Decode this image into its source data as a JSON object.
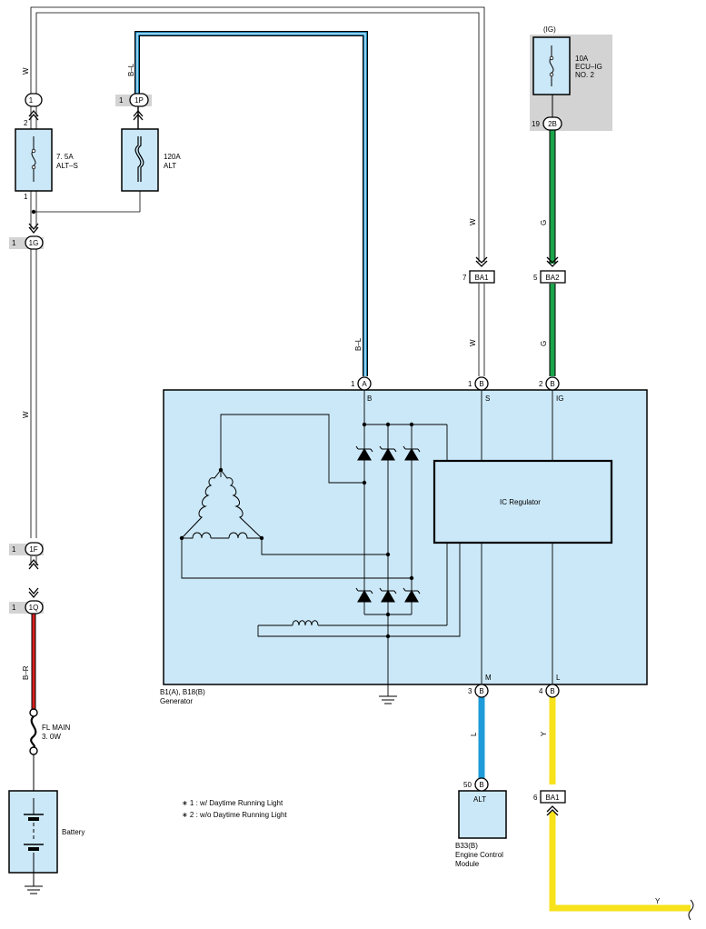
{
  "wires": {
    "w_left_top": "W",
    "bl_top": "B–L",
    "w_left_mid": "W",
    "br": "B–R",
    "w_right_top": "W",
    "w_right_bottom": "W",
    "g_top": "G",
    "g_bottom": "G",
    "bl_bottom": "B–L",
    "l_wire": "L",
    "y_vertical": "Y",
    "y_bottom": "Y"
  },
  "connectors": {
    "c1": {
      "id": "1",
      "pin_below": "2"
    },
    "c1p": {
      "pin": "1",
      "id": "1P"
    },
    "c1g": {
      "pin": "1",
      "id": "1G"
    },
    "c1f": {
      "pin": "1",
      "id": "1F"
    },
    "c1q": {
      "pin": "1",
      "id": "1Q"
    },
    "ig2b": {
      "pin": "19",
      "id": "2B"
    },
    "ba1_top": {
      "pin": "7",
      "id": "BA1"
    },
    "ba2": {
      "pin": "5",
      "id": "BA2"
    },
    "ba1_bottom": {
      "pin": "6",
      "id": "BA1"
    },
    "gen_a": {
      "pin": "1",
      "id": "A",
      "term": "B"
    },
    "gen_b_s": {
      "pin": "1",
      "id": "B",
      "term": "S"
    },
    "gen_b_ig": {
      "pin": "2",
      "id": "B",
      "term": "IG"
    },
    "gen_m": {
      "pin": "3",
      "id": "B",
      "term": "M"
    },
    "gen_l": {
      "pin": "4",
      "id": "B",
      "term": "L"
    },
    "ecm": {
      "pin": "50",
      "id": "B"
    }
  },
  "fuses": {
    "alt_s": {
      "rating": "7. 5A",
      "name": "ALT–S",
      "pin_bottom": "1"
    },
    "alt": {
      "rating": "120A",
      "name": "ALT"
    },
    "ecu_ig": {
      "header": "(IG)",
      "rating": "10A",
      "name1": "ECU–IG",
      "name2": "NO. 2"
    },
    "fl_main": {
      "name": "FL MAIN",
      "rating": "3. 0W"
    }
  },
  "generator": {
    "regulator": "IC Regulator",
    "code": "B1(A), B18(B)",
    "name": "Generator"
  },
  "ecm": {
    "terminal": "ALT",
    "code": "B33(B)",
    "name1": "Engine Control",
    "name2": "Module"
  },
  "battery": {
    "name": "Battery"
  },
  "notes": {
    "n1": "∗ 1 : w/ Daytime Running Light",
    "n2": "∗ 2 : w/o Daytime Running Light"
  },
  "colors": {
    "body_fill": "#cbe8f8",
    "gray_box": "#d3d3d3",
    "g_wire": "#1aa54a",
    "l_wire": "#1e9bd8",
    "y_wire": "#f7e21b",
    "r_wire": "#d92020"
  }
}
